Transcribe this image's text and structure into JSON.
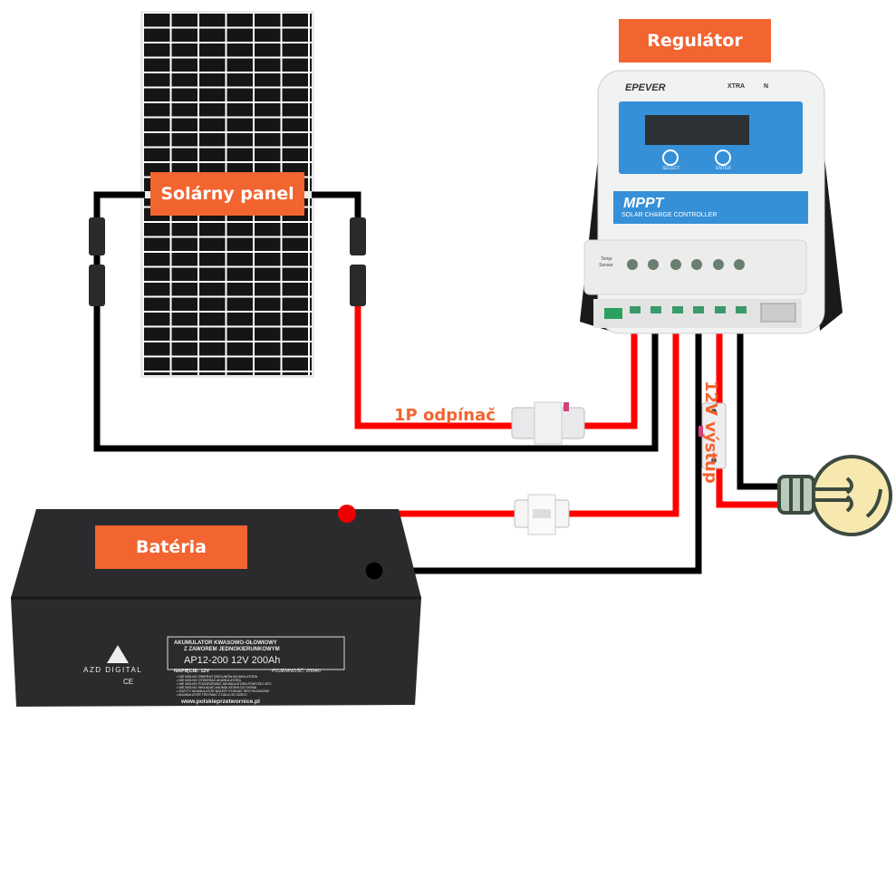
{
  "labels": {
    "solar_panel": "Solárny panel",
    "regulator": "Regulátor",
    "battery": "Batéria",
    "disconnector": "1P odpínač",
    "output": "12V výstup"
  },
  "regulator": {
    "brand": "EPEVER",
    "model": "XTRA",
    "suffix": "N",
    "select": "SELECT",
    "enter": "ENTER",
    "mppt": "MPPT",
    "subtitle": "SOLAR CHARGE CONTROLLER",
    "temp_sensor_1": "Temp.",
    "temp_sensor_2": "Sensor"
  },
  "battery": {
    "brand": "AZD DIGITAL",
    "type_1": "AKUMULATOR KWASOWO-OŁOWIOWY",
    "type_2": "Z ZAWOREM JEDNOKIERUNKOWYM",
    "model": "AP12-200 12V 200Ah",
    "voltage": "NAPIĘCIE: 12V",
    "capacity": "POJEMNOŚĆ: 200Ah",
    "warnings": [
      "• NIE WOLNO ZWIERAĆ BIEGUNÓW AKUMULATORA",
      "• NIE WOLNO OTWIERAĆ AKUMULATORA",
      "• NIE WOLNO PODGRZEWAĆ AKUMULATORA POWYŻEJ 40°C",
      "• NIE WOLNO WKŁADAĆ AKUMULATORA DO OGNIA",
      "• ZUŻYTY AKUMULATOR NALEŻY PODDAĆ RECYKLINGOWI",
      "• AKUMULATOR TRZYMAĆ Z DALA OD DZIECI"
    ],
    "website": "www.polskieprzetwornice.pl",
    "ce": "CE"
  },
  "colors": {
    "accent": "#f26430",
    "wire_positive": "#ff0000",
    "wire_negative": "#000000",
    "regulator_blue": "#2f8fd8",
    "bulb": "#f7e8b0"
  }
}
